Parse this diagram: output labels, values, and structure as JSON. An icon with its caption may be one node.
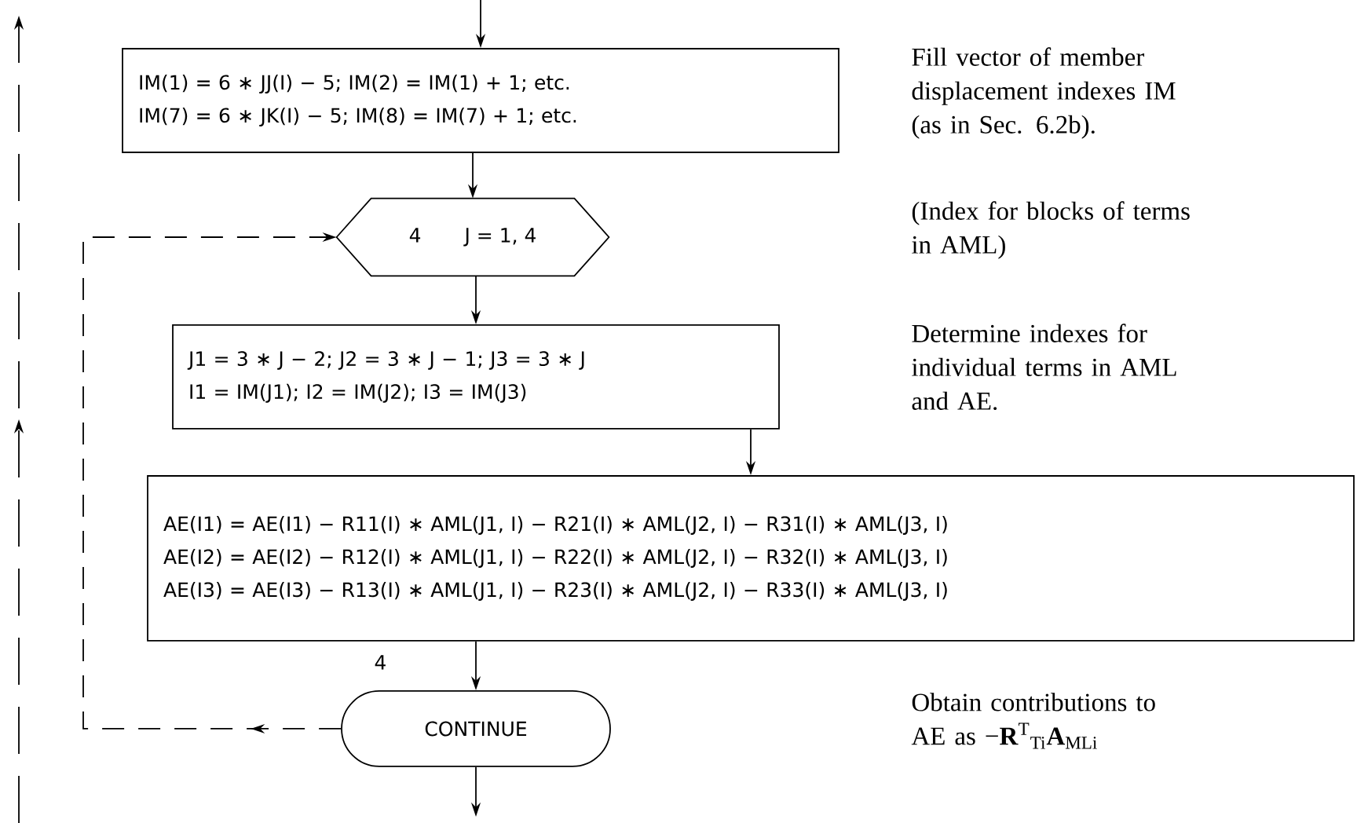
{
  "diagram": {
    "nodes": [
      {
        "text": [
          "IM(1) = 6 ∗ JJ(I) − 5; IM(2) = IM(1) + 1; etc.",
          "IM(7) = 6 ∗ JK(I) − 5; IM(8) = IM(7) + 1; etc."
        ]
      },
      {
        "text": [
          "4",
          "J = 1, 4"
        ]
      },
      {
        "text": [
          "J1 = 3 ∗ J − 2; J2 = 3 ∗ J − 1; J3 = 3 ∗ J",
          "I1 = IM(J1); I2 = IM(J2); I3 = IM(J3)"
        ]
      },
      {
        "text": [
          "AE(I1) = AE(I1) − R11(I) ∗ AML(J1, I) − R21(I) ∗ AML(J2, I) − R31(I) ∗ AML(J3, I)",
          "AE(I2) = AE(I2) − R12(I) ∗ AML(J1, I) − R22(I) ∗ AML(J2, I) − R32(I) ∗ AML(J3, I)",
          "AE(I3) = AE(I3) − R13(I) ∗ AML(J1, I) − R23(I) ∗ AML(J2, I) − R33(I) ∗ AML(J3, I)"
        ]
      },
      {
        "text": [
          "CONTINUE"
        ],
        "beside": [
          "4"
        ]
      }
    ],
    "edges": [
      {
        "from": null,
        "to": 0,
        "arrow": "to"
      },
      {
        "from": 0,
        "to": 1,
        "arrow": "to"
      },
      {
        "from": 1,
        "to": 2,
        "arrow": "to"
      },
      {
        "from": 2,
        "to": 3,
        "arrow": "to"
      },
      {
        "from": 3,
        "to": 4,
        "arrow": "to"
      },
      {
        "from": 4,
        "to": null,
        "arrow": "to"
      },
      {
        "from": 4,
        "to": 1,
        "arrow": "to",
        "style": "dashed"
      }
    ],
    "labels": [
      "Fill vector of member displacement indexes IM (as in Sec. 6.2b).",
      "(Index for blocks of terms in AML)",
      "Determine indexes for individual terms in AML and AE.",
      "Obtain contributions to AE as −**R**$^{T}$$_{Ti}$**A**$_{MLi}$"
    ]
  }
}
